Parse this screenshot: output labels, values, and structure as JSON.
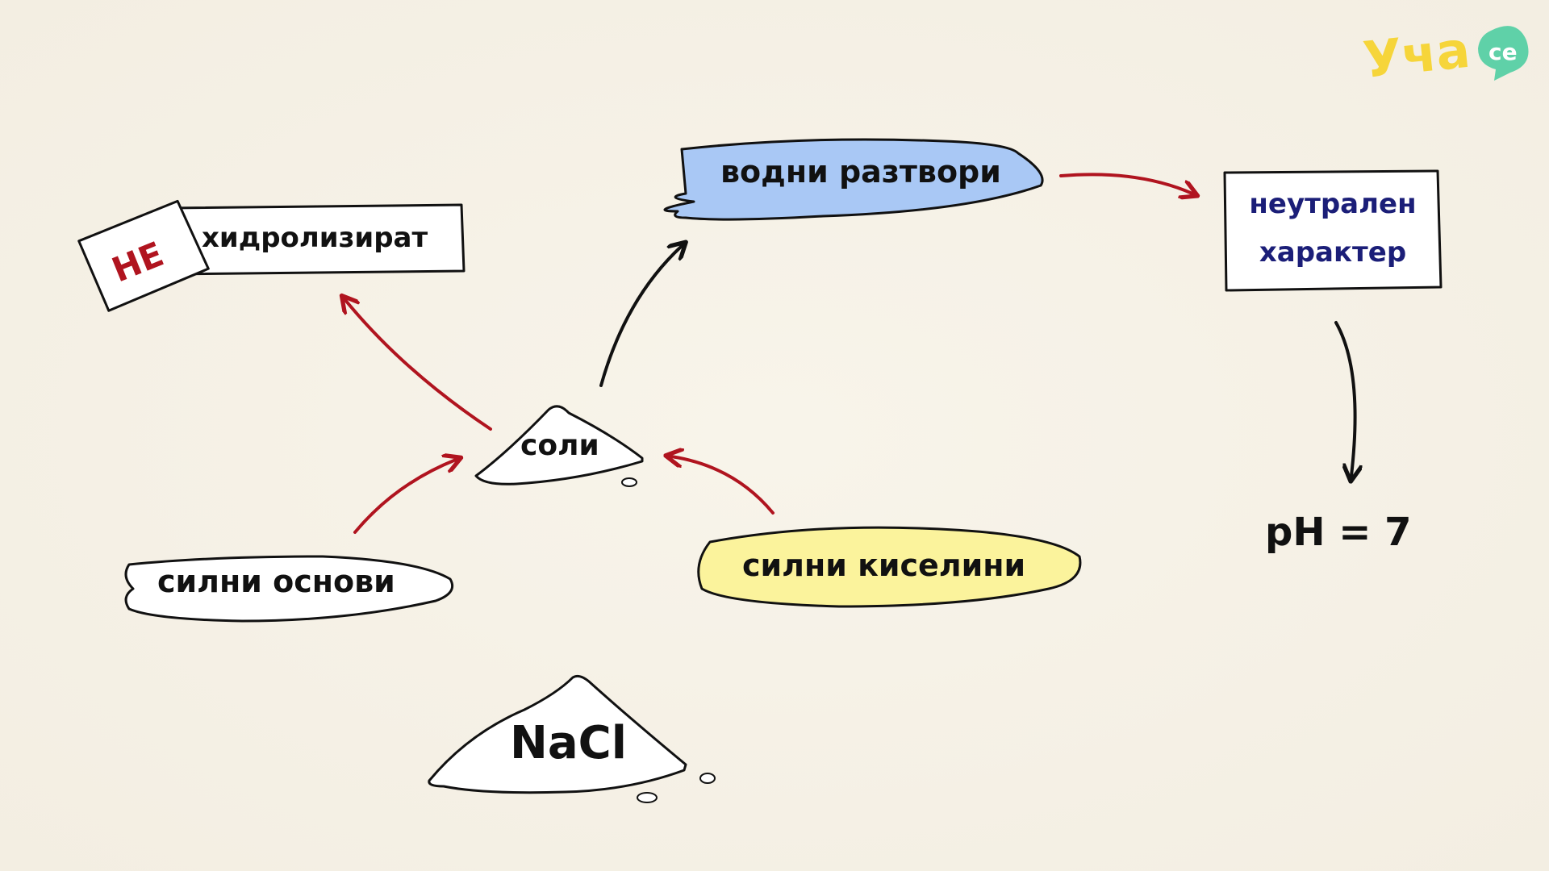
{
  "logo": {
    "text": "Уча",
    "badge": "се"
  },
  "labels": {
    "not": "НЕ",
    "hydrolyze": "хидролизират",
    "aqueous_solutions": "водни разтвори",
    "neutral_line1": "неутрален",
    "neutral_line2": "характер",
    "salts": "соли",
    "strong_bases": "силни основи",
    "strong_acids": "силни киселини",
    "ph": "pH = 7",
    "nacl": "NaCl"
  },
  "colors": {
    "background": "#f6f1e5",
    "blue_cloud": "#a9c8f5",
    "yellow_cloud": "#fbf39c",
    "red_arrow": "#b0141f",
    "black_arrow": "#111111",
    "neutral_text": "#1b1e78",
    "not_text": "#b0141f",
    "logo_yellow": "#f6d53a",
    "logo_green": "#5fd1a8"
  }
}
